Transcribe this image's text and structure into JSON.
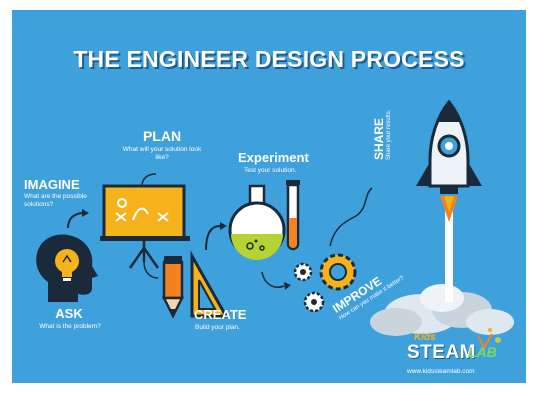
{
  "title": "THE ENGINEER DESIGN PROCESS",
  "steps": {
    "ask": {
      "label": "ASK",
      "sub": "What is the problem?"
    },
    "imagine": {
      "label": "IMAGINE",
      "sub": "What are the possible solutions?"
    },
    "plan": {
      "label": "PLAN",
      "sub": "What will your solution look like?"
    },
    "create": {
      "label": "CREATE",
      "sub": "Build your plan."
    },
    "experiment": {
      "label": "Experiment",
      "sub": "Test your solution."
    },
    "improve": {
      "label": "IMPROVE",
      "sub": "How can you make it better?"
    },
    "share": {
      "label": "SHARE",
      "sub": "Share your results."
    }
  },
  "brand": {
    "kids": "Kids",
    "steam": "STEAM",
    "lab": "LAB"
  },
  "website": "www.kidssteamlab.com",
  "colors": {
    "background": "#3fa1dc",
    "yellow": "#f6b21b",
    "orange": "#f58220",
    "green": "#b5d334",
    "dark": "#1b2a3a"
  },
  "icons": [
    "head-lightbulb-icon",
    "whiteboard-icon",
    "pencil-icon",
    "set-square-icon",
    "flask-icon",
    "test-tube-icon",
    "gears-icon",
    "rocket-icon"
  ]
}
